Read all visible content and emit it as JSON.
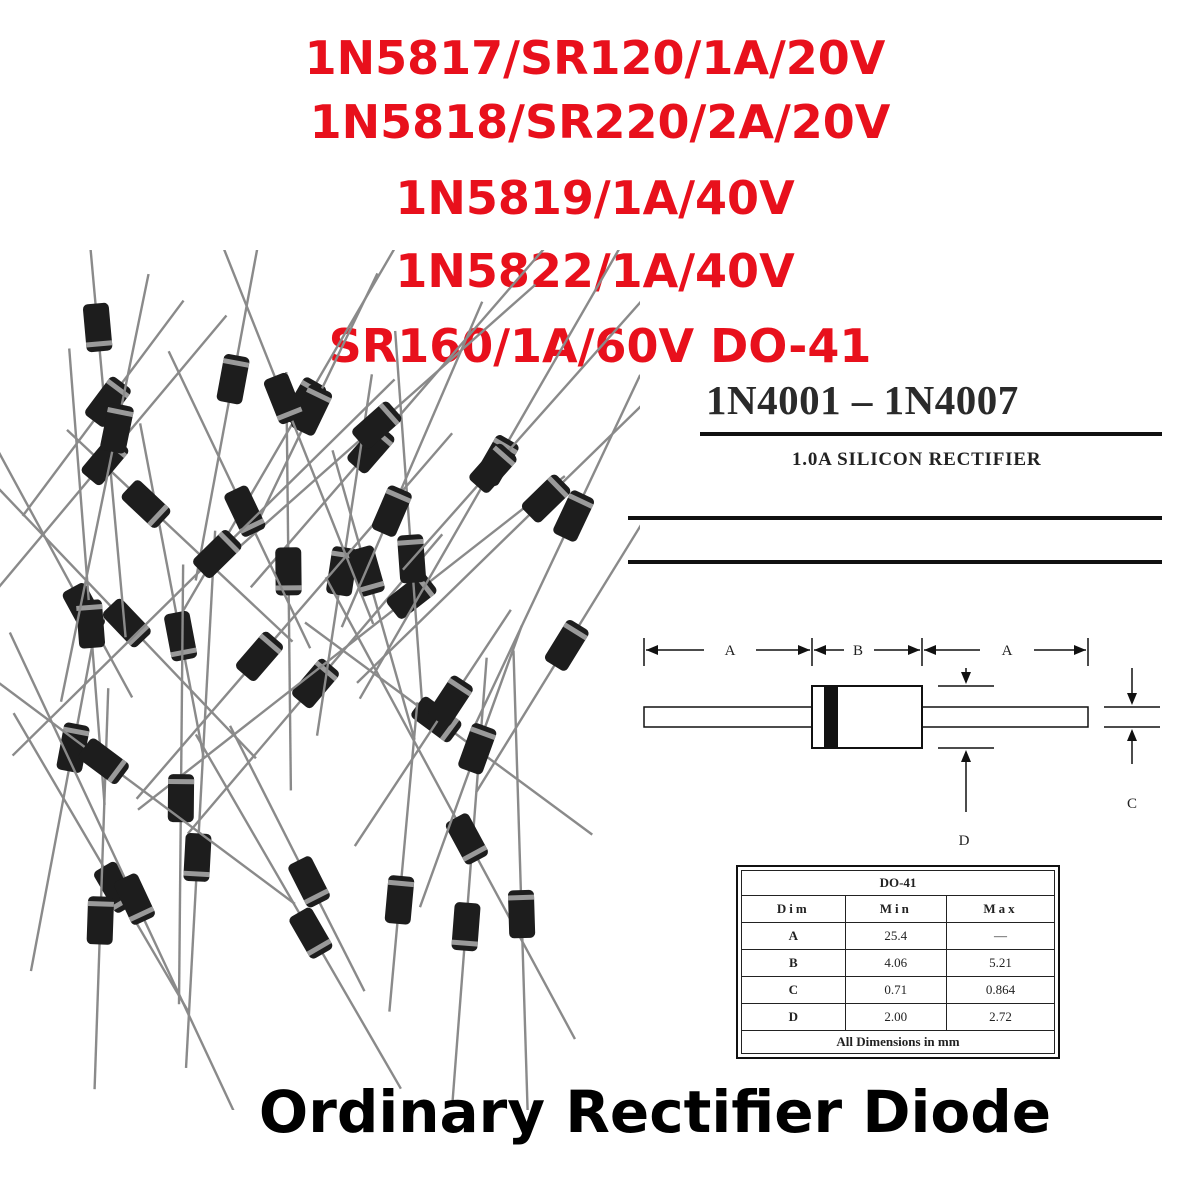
{
  "header": {
    "lines": [
      "1N5817/SR120/1A/20V",
      "1N5818/SR220/2A/20V",
      "1N5819/1A/40V",
      "1N5822/1A/40V",
      "SR160/1A/60V DO-41"
    ],
    "color": "#e8101c"
  },
  "datasheet": {
    "part_range": "1N4001 – 1N4007",
    "subtitle": "1.0A SILICON RECTIFIER",
    "outline_labels": {
      "a_left": "A",
      "b": "B",
      "a_right": "A",
      "c": "C",
      "d": "D"
    },
    "table": {
      "title": "DO-41",
      "columns": [
        "Dim",
        "Min",
        "Max"
      ],
      "rows": [
        {
          "dim": "A",
          "min": "25.4",
          "max": "—"
        },
        {
          "dim": "B",
          "min": "4.06",
          "max": "5.21"
        },
        {
          "dim": "C",
          "min": "0.71",
          "max": "0.864"
        },
        {
          "dim": "D",
          "min": "2.00",
          "max": "2.72"
        }
      ],
      "footer": "All Dimensions in mm"
    }
  },
  "footer": {
    "title": "Ordinary Rectifier Diode"
  },
  "icons": {
    "photo": "diode-pile-image",
    "outline": "diode-outline-drawing"
  }
}
